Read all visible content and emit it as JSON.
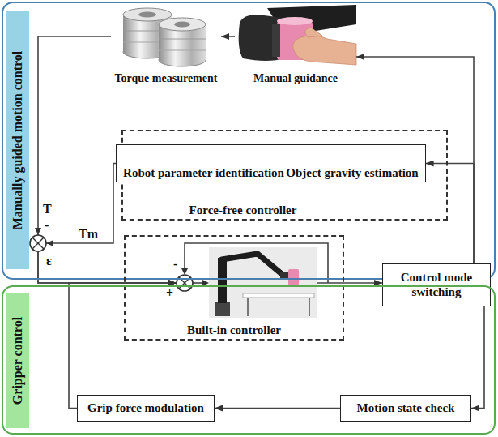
{
  "diagram": {
    "nodes": [
      {
        "text": [
          "Manually guided motion control"
        ]
      },
      {
        "text": [
          "Torque measurement"
        ],
        "in": 0
      },
      {
        "text": [
          "Manual guidance"
        ],
        "in": 0
      },
      {
        "text": [
          "Force-free controller"
        ],
        "in": 0
      },
      {
        "text": [
          "Robot parameter identification"
        ],
        "in": 3
      },
      {
        "text": [
          "Object gravity estimation"
        ],
        "in": 3
      },
      {
        "text": [
          "Built-in controller"
        ]
      },
      {
        "text": [
          "Control mode switching"
        ]
      },
      {
        "text": [
          "Gripper control"
        ]
      },
      {
        "text": [
          "Grip force modulation"
        ],
        "in": 8
      },
      {
        "text": [
          "Motion state check"
        ],
        "in": 8
      }
    ],
    "edges": [
      {
        "from": 2,
        "to": 1,
        "arrow": "to"
      },
      {
        "from": 1,
        "to": 6,
        "arrow": "to"
      },
      {
        "from": 5,
        "to": 4,
        "arrow": "to"
      },
      {
        "from": 4,
        "to": 6,
        "arrow": "to"
      },
      {
        "from": 6,
        "to": 7,
        "arrow": "to"
      },
      {
        "from": 7,
        "to": 2,
        "arrow": "to"
      },
      {
        "from": 7,
        "to": 5,
        "arrow": "to"
      },
      {
        "from": 7,
        "to": 10,
        "arrow": "to"
      },
      {
        "from": 10,
        "to": 9,
        "arrow": "to"
      },
      {
        "from": 9,
        "to": 6,
        "arrow": "to"
      }
    ],
    "labels": [
      "T",
      "-",
      "Tm",
      "ε",
      "-",
      "+"
    ]
  }
}
